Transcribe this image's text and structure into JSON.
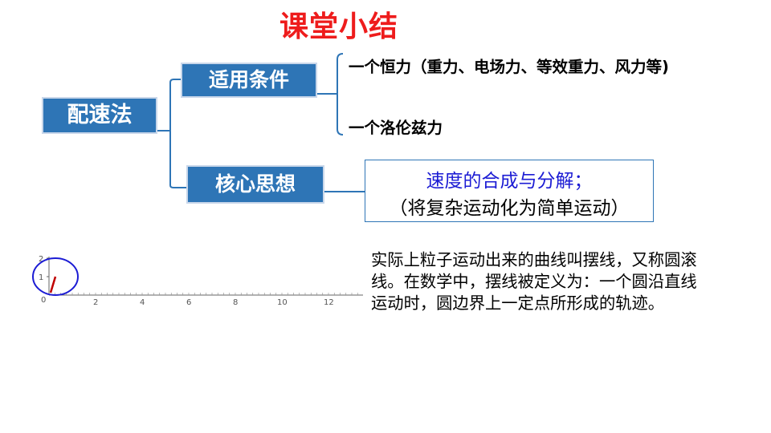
{
  "slide": {
    "title": "课堂小结",
    "title_color": "#ee1c1c",
    "accent_color": "#2e75b6"
  },
  "mindmap": {
    "root": "配速法",
    "branches": {
      "conditions": {
        "label": "适用条件",
        "items": [
          "一个恒力（重力、电场力、等效重力、风力等)",
          "一个洛伦兹力"
        ]
      },
      "core_idea": {
        "label": "核心思想",
        "detail_line1": "速度的合成与分解；",
        "detail_line2": "（将复杂运动化为简单运动）"
      }
    }
  },
  "description": {
    "lines": [
      "实际上粒子运动出来的曲线叫摆线，又称圆滚",
      "线。在数学中，摆线被定义为：一个圆沿直线",
      "运动时，圆边界上一定点所形成的轨迹。"
    ]
  },
  "plot": {
    "x_ticks": [
      "0",
      "2",
      "4",
      "6",
      "8",
      "10",
      "12"
    ],
    "y_ticks": [
      "1",
      "2"
    ],
    "circle_color": "#1c1cd4",
    "radius_color": "#c00000"
  }
}
